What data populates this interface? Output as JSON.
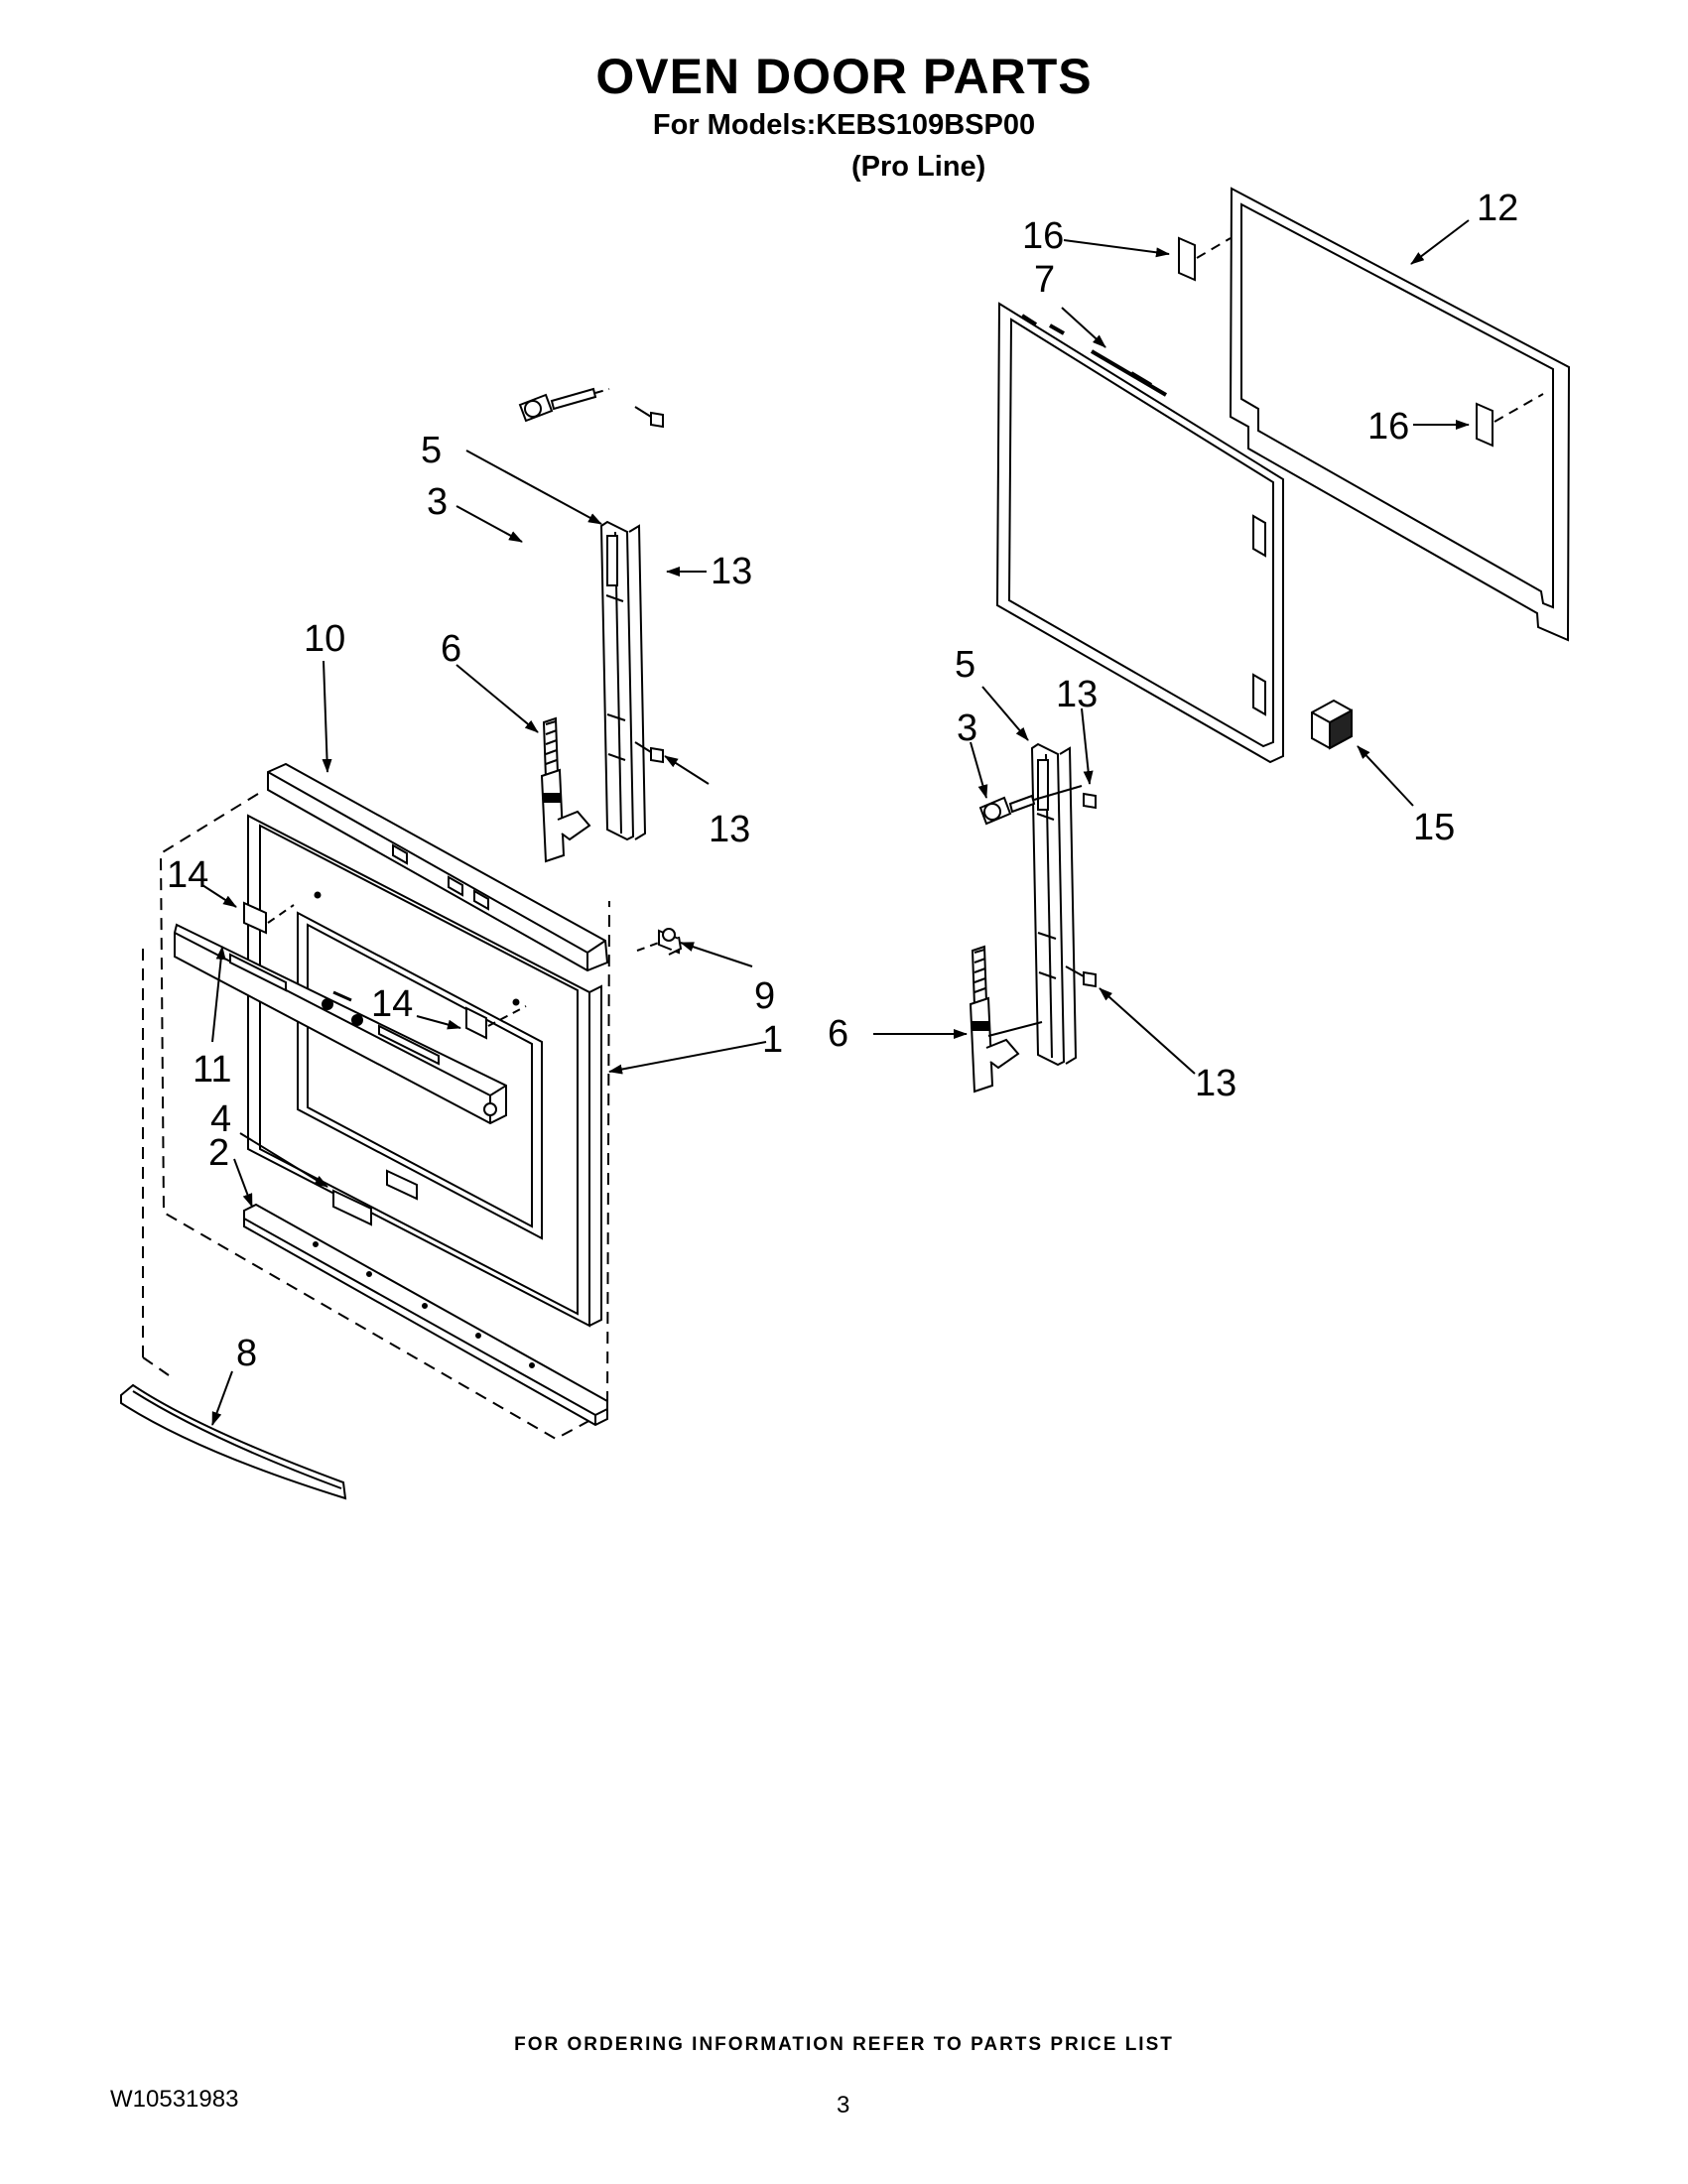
{
  "header": {
    "title": "OVEN DOOR PARTS",
    "model_line": "For Models:KEBS109BSP00",
    "line_note": "(Pro Line)"
  },
  "callouts": {
    "c12": "12",
    "c16a": "16",
    "c7": "7",
    "c16b": "16",
    "c5a": "5",
    "c3a": "3",
    "c13a": "13",
    "c10": "10",
    "c6a": "6",
    "c13b": "13",
    "c14a": "14",
    "c9": "9",
    "c14b": "14",
    "c1": "1",
    "c11": "11",
    "c4": "4",
    "c2": "2",
    "c8": "8",
    "c5b": "5",
    "c13c": "13",
    "c3b": "3",
    "c15": "15",
    "c6b": "6",
    "c13d": "13"
  },
  "footer": {
    "ordering_note": "FOR ORDERING INFORMATION REFER TO PARTS PRICE LIST",
    "doc_number": "W10531983",
    "page_number": "3"
  }
}
